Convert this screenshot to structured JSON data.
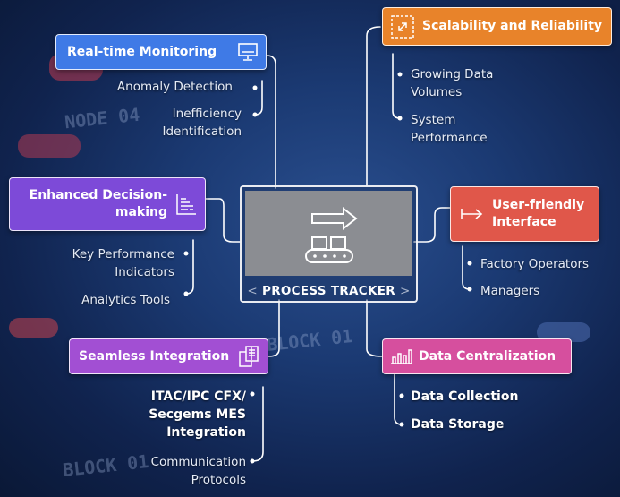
{
  "center": {
    "title": "PROCESS TRACKER",
    "left_mark": "<",
    "right_mark": ">"
  },
  "nodes": {
    "monitoring": {
      "label": "Real-time Monitoring",
      "color": "#3f7ae6",
      "icon": "monitor-icon",
      "items": [
        "Anomaly Detection",
        "Inefficiency Identification"
      ]
    },
    "decision": {
      "label": "Enhanced Decision-making",
      "color": "#7d4ad8",
      "icon": "report-chart-icon",
      "items": [
        "Key Performance Indicators",
        "Analytics Tools"
      ]
    },
    "integration": {
      "label": "Seamless Integration",
      "color": "#a24fd3",
      "icon": "document-grid-icon",
      "items": [
        "ITAC/IPC CFX/ Secgems MES Integration",
        "Communication Protocols"
      ]
    },
    "scalability": {
      "label": "Scalability and Reliability",
      "color": "#e8832a",
      "icon": "expand-arrows-icon",
      "items": [
        "Growing Data Volumes",
        "System Performance"
      ]
    },
    "userfriendly": {
      "label": "User-friendly Interface",
      "color": "#e0574a",
      "icon": "arrow-right-bar-icon",
      "items": [
        "Factory Operators",
        "Managers"
      ]
    },
    "centralization": {
      "label": "Data Centralization",
      "color": "#d64f9e",
      "icon": "bar-chart-icon",
      "items": [
        "Data Collection",
        "Data Storage"
      ]
    }
  },
  "background_labels": [
    "NODE 04",
    "BLOCK 01",
    "BLOCK 01"
  ]
}
